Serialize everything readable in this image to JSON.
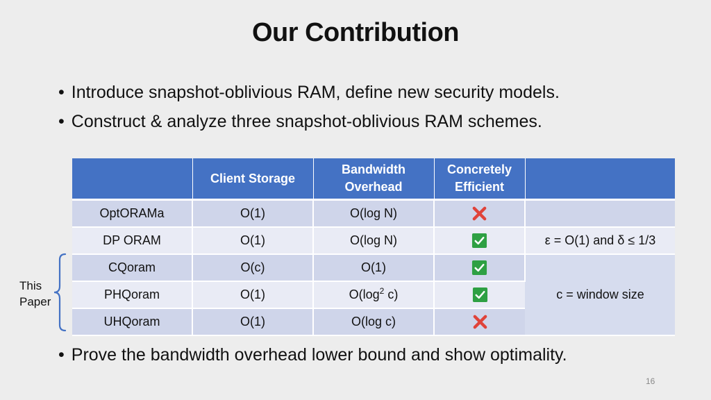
{
  "slide": {
    "title": "Our Contribution",
    "bullets": [
      "Introduce snapshot-oblivious RAM, define new security models.",
      "Construct & analyze three snapshot-oblivious RAM schemes."
    ],
    "bottom_bullet": "Prove the bandwidth overhead lower bound and show optimality.",
    "page_number": "16",
    "brace_label_line1": "This",
    "brace_label_line2": "Paper"
  },
  "table": {
    "headers": {
      "scheme": "",
      "client_storage": "Client Storage",
      "bandwidth_line1": "Bandwidth",
      "bandwidth_line2": "Overhead",
      "efficient_line1": "Concretely",
      "efficient_line2": "Efficient",
      "notes": ""
    },
    "rows": [
      {
        "scheme": "OptORAMa",
        "client": "O(1)",
        "bandwidth": "O(log N)",
        "efficient": "cross"
      },
      {
        "scheme": "DP ORAM",
        "client": "O(1)",
        "bandwidth": "O(log N)",
        "efficient": "check"
      },
      {
        "scheme": "CQoram",
        "client": "O(c)",
        "bandwidth": "O(1)",
        "efficient": "check"
      },
      {
        "scheme": "PHQoram",
        "client": "O(1)",
        "bandwidth_pre": "O(log",
        "bandwidth_sup": "2",
        "bandwidth_post": " c)",
        "efficient": "check"
      },
      {
        "scheme": "UHQoram",
        "client": "O(1)",
        "bandwidth": "O(log c)",
        "efficient": "cross"
      }
    ],
    "notes": {
      "dp_oram": "ε = O(1) and δ ≤ 1/3",
      "window": "c = window size"
    }
  },
  "colors": {
    "header_blue": "#4472c4",
    "row_dark": "#cfd5ea",
    "row_light": "#e9ebf5",
    "check_green": "#2ea043",
    "cross_red": "#e0433a",
    "brace_blue": "#4472c4"
  },
  "icons": {
    "check": "check-mark-icon",
    "cross": "cross-mark-icon"
  }
}
